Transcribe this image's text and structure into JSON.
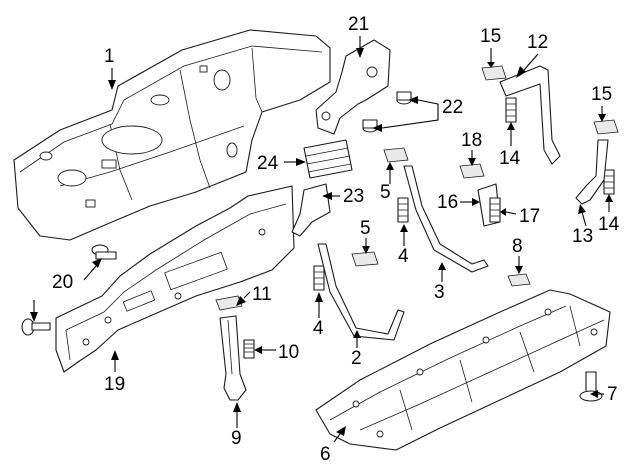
{
  "callouts": {
    "c1": "1",
    "c2": "2",
    "c3": "3",
    "c4a": "4",
    "c4b": "4",
    "c5a": "5",
    "c5b": "5",
    "c6": "6",
    "c7": "7",
    "c8": "8",
    "c9": "9",
    "c10": "10",
    "c11": "11",
    "c12": "12",
    "c13": "13",
    "c14a": "14",
    "c14b": "14",
    "c15a": "15",
    "c15b": "15",
    "c16": "16",
    "c17": "17",
    "c18": "18",
    "c19": "19",
    "c20": "20",
    "c21": "21",
    "c22": "22",
    "c23": "23",
    "c24": "24"
  },
  "colors": {
    "line": "#1a1a1a",
    "background": "#ffffff",
    "text": "#000000"
  }
}
